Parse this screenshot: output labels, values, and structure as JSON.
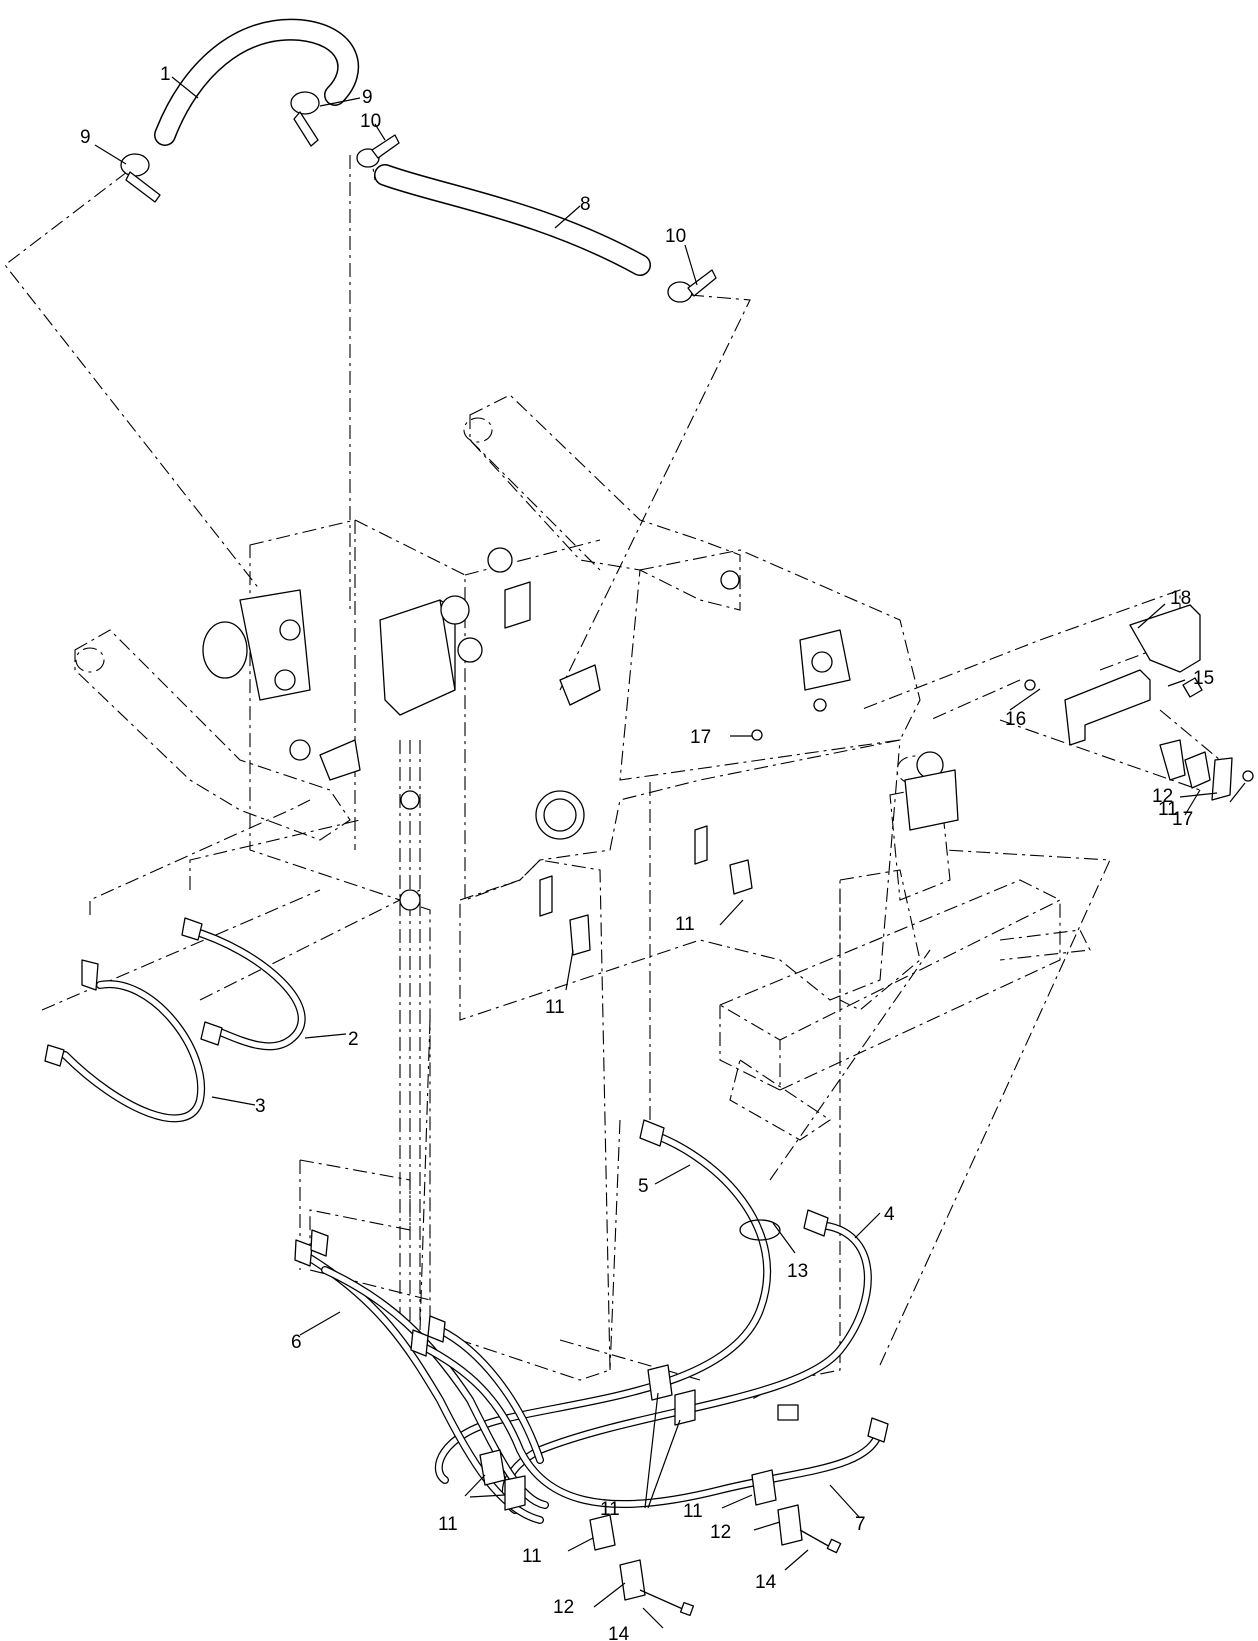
{
  "callouts": [
    {
      "id": "c1",
      "text": "1"
    },
    {
      "id": "c2",
      "text": "2"
    },
    {
      "id": "c3",
      "text": "3"
    },
    {
      "id": "c4",
      "text": "4"
    },
    {
      "id": "c5",
      "text": "5"
    },
    {
      "id": "c6",
      "text": "6"
    },
    {
      "id": "c7",
      "text": "7"
    },
    {
      "id": "c8",
      "text": "8"
    },
    {
      "id": "c9a",
      "text": "9"
    },
    {
      "id": "c9b",
      "text": "9"
    },
    {
      "id": "c10a",
      "text": "10"
    },
    {
      "id": "c10b",
      "text": "10"
    },
    {
      "id": "c11a",
      "text": "11"
    },
    {
      "id": "c11b",
      "text": "11"
    },
    {
      "id": "c11c",
      "text": "11"
    },
    {
      "id": "c11d",
      "text": "11"
    },
    {
      "id": "c11e",
      "text": "11"
    },
    {
      "id": "c11f",
      "text": "11"
    },
    {
      "id": "c11g",
      "text": "11"
    },
    {
      "id": "c11h",
      "text": "11"
    },
    {
      "id": "c12a",
      "text": "12"
    },
    {
      "id": "c12b",
      "text": "12"
    },
    {
      "id": "c12c",
      "text": "12"
    },
    {
      "id": "c13",
      "text": "13"
    },
    {
      "id": "c14a",
      "text": "14"
    },
    {
      "id": "c14b",
      "text": "14"
    },
    {
      "id": "c15",
      "text": "15"
    },
    {
      "id": "c16",
      "text": "16"
    },
    {
      "id": "c17a",
      "text": "17"
    },
    {
      "id": "c17b",
      "text": "17"
    },
    {
      "id": "c18",
      "text": "18"
    }
  ]
}
